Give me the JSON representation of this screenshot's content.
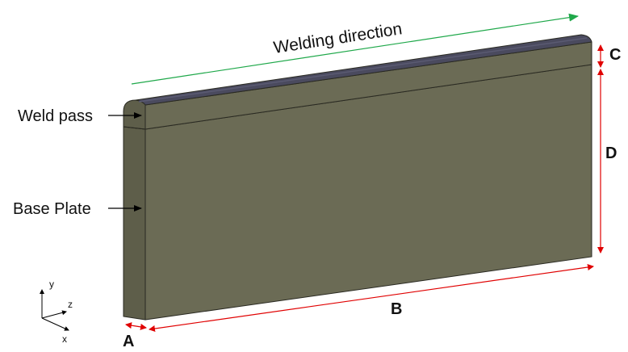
{
  "labels": {
    "welding_direction": "Welding direction",
    "weld_pass": "Weld pass",
    "base_plate": "Base Plate"
  },
  "dimensions": {
    "a": "A",
    "b": "B",
    "c": "C",
    "d": "D"
  },
  "axes": {
    "y": "y",
    "z": "z",
    "x": "x"
  },
  "colors": {
    "plate_front": "#6b6b55",
    "plate_side": "#5e5e4a",
    "weld_top": "#4a4a5e",
    "dimension_arrows": "#e00000",
    "direction_arrow": "#1fa84a",
    "pointer_arrows": "#000000"
  }
}
